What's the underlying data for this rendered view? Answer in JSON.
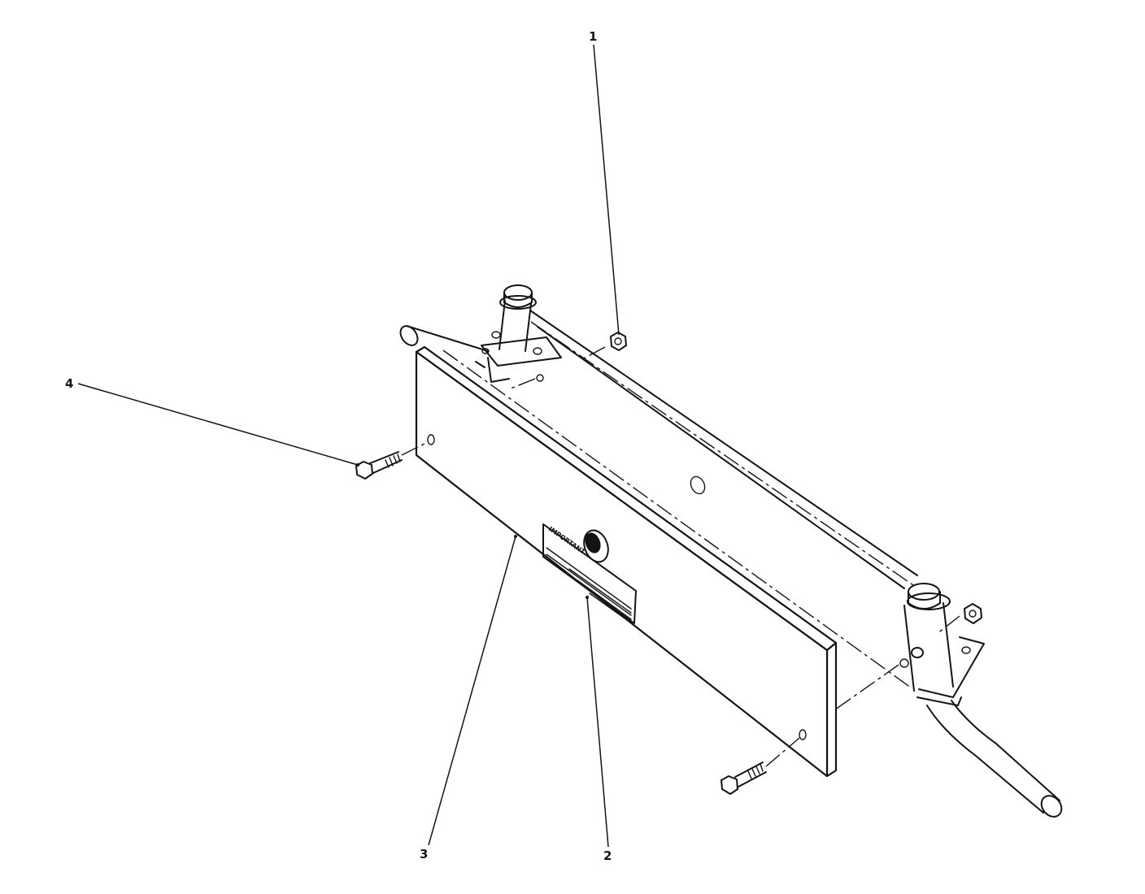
{
  "callouts": {
    "c1": "1",
    "c2": "2",
    "c3": "3",
    "c4": "4"
  },
  "decal": {
    "title": "IMPORTANT"
  },
  "colors": {
    "ink": "#141414",
    "background": "#ffffff"
  }
}
